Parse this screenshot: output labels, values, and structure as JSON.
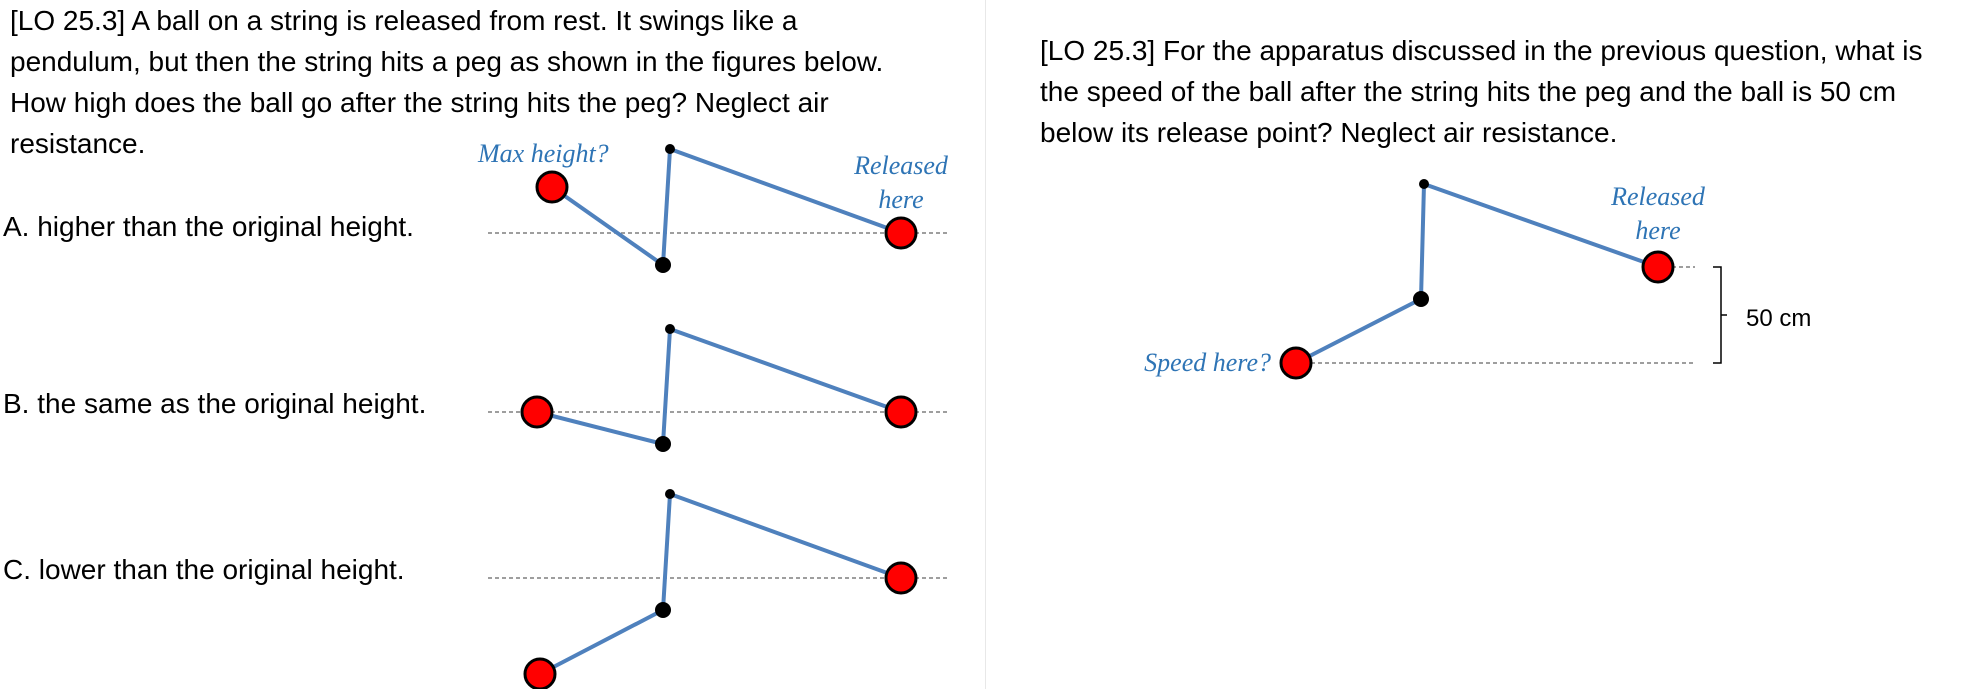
{
  "question1": {
    "prompt": "[LO 25.3]  A ball on a string is released from rest. It swings like a pendulum, but then the string hits a peg as shown in the figures below. How high does the ball go after the string hits the peg? Neglect air resistance.",
    "options": [
      {
        "label": "A.  higher than the original height."
      },
      {
        "label": "B.  the same as the original height."
      },
      {
        "label": "C.  lower than the original height."
      }
    ],
    "figure_labels": {
      "max_height": "Max height?",
      "released_line1": "Released",
      "released_line2": "here"
    }
  },
  "question2": {
    "prompt": "[LO 25.3]  For the apparatus discussed in the previous question, what is the speed of the ball after the string hits the peg and the ball is 50 cm below its release point? Neglect air resistance.",
    "figure_labels": {
      "released_line1": "Released",
      "released_line2": "here",
      "speed_here": "Speed here?",
      "height_drop": "50 cm"
    }
  },
  "colors": {
    "string": "#4f81bd",
    "ball": "#ff0000",
    "ball_outline": "#000000",
    "peg": "#000000",
    "label_blue": "#2e74b5",
    "reference_line": "#7f7f7f"
  }
}
